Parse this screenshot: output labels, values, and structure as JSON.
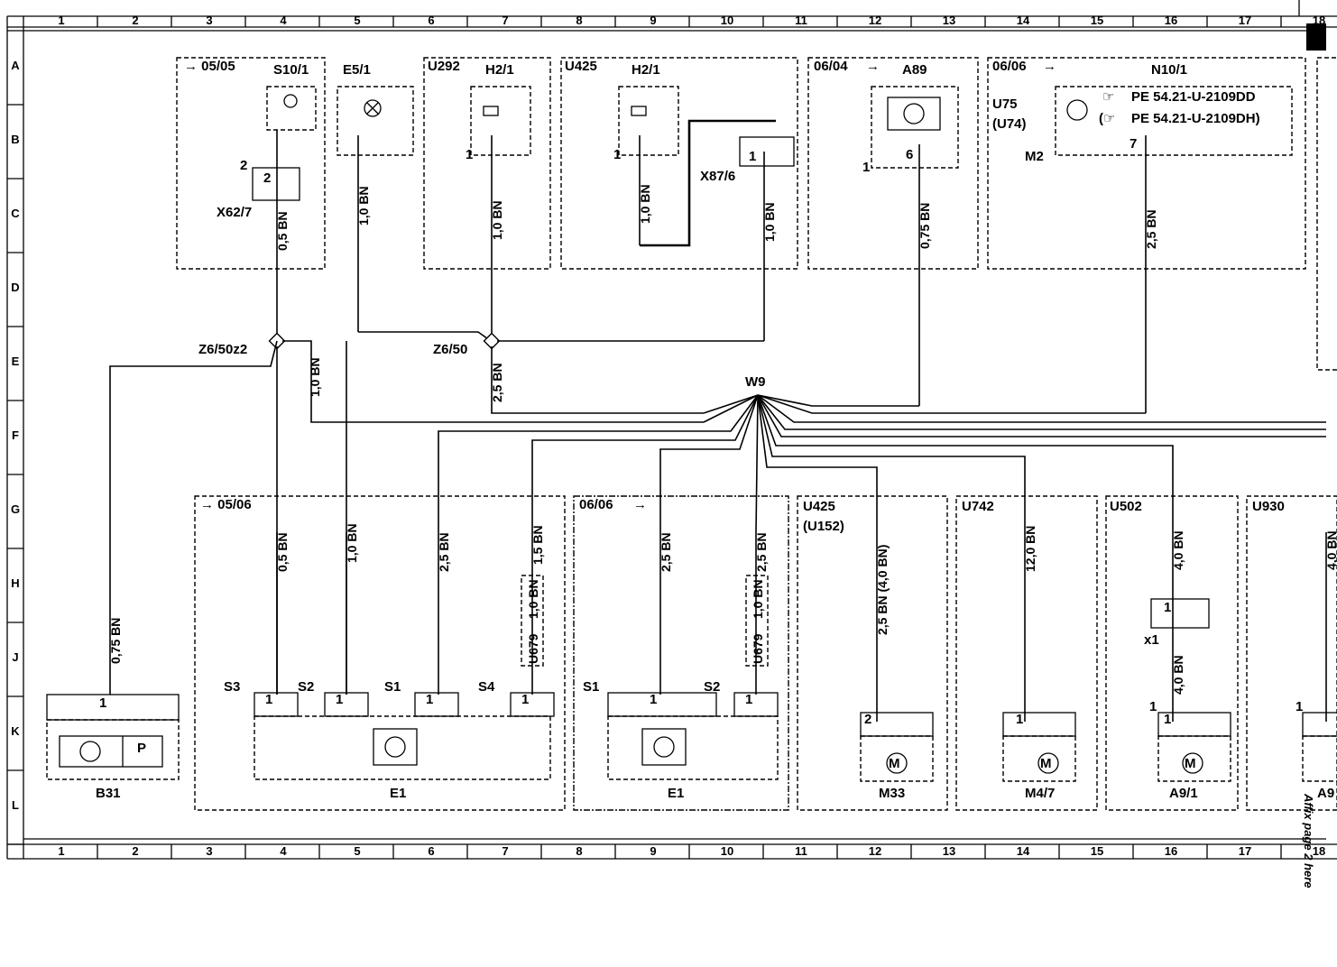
{
  "grid": {
    "columns": [
      "1",
      "2",
      "3",
      "4",
      "5",
      "6",
      "7",
      "8",
      "9",
      "10",
      "11",
      "12",
      "13",
      "14",
      "15",
      "16",
      "17",
      "18"
    ],
    "rows": [
      "A",
      "B",
      "C",
      "D",
      "E",
      "F",
      "G",
      "H",
      "J",
      "K",
      "L"
    ]
  },
  "side_note": "Affix page 2 here",
  "top_modules": {
    "s10": {
      "ref": "05/05",
      "label": "S10/1",
      "pin": "2",
      "pin2": "2",
      "connector": "X62/7",
      "wire": "0,5 BN"
    },
    "e5": {
      "label": "E5/1",
      "wire": "1,0 BN"
    },
    "u292": {
      "variant": "U292",
      "label": "H2/1",
      "pin": "1",
      "wire": "1,0 BN"
    },
    "u425": {
      "variant": "U425",
      "label": "H2/1",
      "pin": "1",
      "wire": "1,0 BN",
      "connector": "X87/6",
      "pin2": "1",
      "wire2": "1,0 BN"
    },
    "a89": {
      "ref": "06/04",
      "label": "A89",
      "pin": "6",
      "pin2": "1",
      "wire": "0,75 BN"
    },
    "n10": {
      "ref": "06/06",
      "label": "N10/1",
      "variant": "U75",
      "variant2": "(U74)",
      "pin": "7",
      "side": "M2",
      "note1": "PE 54.21-U-2109DD",
      "note2": "PE 54.21-U-2109DH",
      "note2_prefix": "(",
      "note2_suffix": ")",
      "wire": "2,5 BN"
    }
  },
  "splices": {
    "z6_50z2": "Z6/50z2",
    "z6_50": "Z6/50",
    "w9": "W9",
    "wire_z2": "1,0 BN",
    "wire_z": "2,5 BN"
  },
  "b31": {
    "label": "B31",
    "pin": "1",
    "p": "P",
    "wire": "0,75 BN"
  },
  "e1_left": {
    "ref": "05/06",
    "label": "E1",
    "switches": [
      "S3",
      "S2",
      "S1",
      "S4"
    ],
    "pins": [
      "1",
      "1",
      "1",
      "1"
    ],
    "wires": [
      "0,5 BN",
      "1,0 BN",
      "2,5 BN",
      "1,5 BN"
    ],
    "variant": "U679",
    "variant_wire": "1,0 BN"
  },
  "e1_right": {
    "ref": "06/06",
    "label": "E1",
    "switches": [
      "S1",
      "S2"
    ],
    "pins": [
      "1",
      "1"
    ],
    "wires": [
      "2,5 BN",
      "2,5 BN"
    ],
    "variant": "U679",
    "variant_wire": "1,0 BN"
  },
  "m33": {
    "variant": "U425",
    "variant2": "(U152)",
    "label": "M33",
    "pin": "2",
    "wire": "2,5 BN (4,0 BN)"
  },
  "m47": {
    "variant": "U742",
    "label": "M4/7",
    "pin": "1",
    "wire": "12,0 BN"
  },
  "a91": {
    "variant": "U502",
    "label": "A9/1",
    "pin": "1",
    "pin2": "1",
    "pin3": "1",
    "connector": "x1",
    "wire": "4,0 BN",
    "wire2": "4,0 BN"
  },
  "u930": {
    "variant": "U930",
    "label": "A9",
    "pin": "1",
    "wire": "4,0 BN"
  }
}
